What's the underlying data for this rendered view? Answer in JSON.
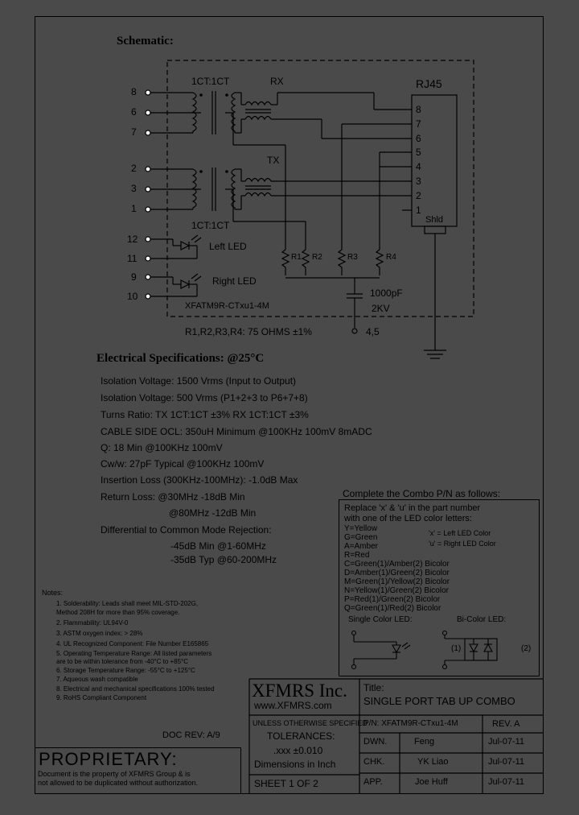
{
  "schematic": {
    "heading": "Schematic:",
    "rj45_label": "RJ45",
    "rx_label": "RX",
    "tx_label": "TX",
    "ratio_top": "1CT:1CT",
    "ratio_bottom": "1CT:1CT",
    "left_pins": [
      "8",
      "6",
      "7",
      "2",
      "3",
      "1"
    ],
    "rj45_pins": [
      "8",
      "7",
      "6",
      "5",
      "4",
      "3",
      "2",
      "1"
    ],
    "shield_label": "Shld",
    "led_pins": [
      "12",
      "11",
      "9",
      "10"
    ],
    "left_led_label": "Left LED",
    "right_led_label": "Right LED",
    "part_label": "XFATM9R-CTxu1-4M",
    "resistors": [
      "R1",
      "R2",
      "R3",
      "R4"
    ],
    "cap_value": "1000pF",
    "cap_voltage": "2KV",
    "ground_pins": "4,5",
    "resistor_note": "R1,R2,R3,R4: 75 OHMS ±1%"
  },
  "electrical": {
    "heading": "Electrical Specifications: @25°C",
    "lines": [
      "Isolation Voltage:  1500 Vrms (Input to Output)",
      "Isolation Voltage:  500 Vrms (P1+2+3 to P6+7+8)",
      "Turns Ratio: TX 1CT:1CT ±3% RX 1CT:1CT ±3%",
      "CABLE SIDE OCL: 350uH Minimum @100KHz 100mV 8mADC",
      "Q: 18 Min @100KHz 100mV",
      "Cw/w: 27pF Typical @100KHz 100mV",
      "Insertion Loss (300KHz-100MHz): -1.0dB Max",
      "Return Loss: @30MHz  -18dB Min",
      "@80MHz  -12dB Min",
      "Differential to Common Mode Rejection:",
      "-45dB Min @1-60MHz",
      "-35dB Typ @60-200MHz"
    ]
  },
  "combo": {
    "heading": "Complete the Combo P/N as follows:",
    "intro_1": "Replace 'x' & 'u' in the part number",
    "intro_2": "with one of the LED color letters:",
    "codes": [
      "Y=Yellow",
      "G=Green",
      "A=Amber",
      "R=Red",
      "C=Green(1)/Amber(2) Bicolor",
      "D=Amber(1)/Green(2) Bicolor",
      "M=Green(1)/Yellow(2) Bicolor",
      "N=Yellow(1)/Green(2) Bicolor",
      "P=Red(1)/Green(2) Bicolor",
      "Q=Green(1)/Red(2) Bicolor"
    ],
    "x_note": "'x' = Left LED Color",
    "u_note": "'u' = Right LED Color",
    "single_label": "Single Color LED:",
    "bi_label": "Bi-Color LED:",
    "bi_1": "(1)",
    "bi_2": "(2)"
  },
  "notes": {
    "heading": "Notes:",
    "items": [
      "1. Solderability: Leads shall meet MIL-STD-202G,",
      "    Method 208H for more than 95% coverage.",
      "2. Flammability: UL94V-0",
      "3. ASTM oxygen index: > 28%",
      "4. UL Recognized Component: File Number E165865",
      "5. Operating Temperature Range: All listed parameters",
      "    are to be within tolerance from  -40°C to +85°C",
      "6. Storage Temperature Range: -55°C to +125°C",
      "7. Aqueous wash compatible",
      "8. Electrical and mechanical specifications 100% tested",
      "9. RoHS Compliant Component"
    ],
    "doc_rev": "DOC REV: A/9"
  },
  "proprietary": {
    "title": "PROPRIETARY:",
    "line1": "Document is the property of XFMRS Group & is",
    "line2": "not allowed to be duplicated without authorization."
  },
  "title_block": {
    "company": "XFMRS Inc.",
    "website": "www.XFMRS.com",
    "title_label": "Title:",
    "title": "SINGLE PORT TAB UP COMBO",
    "unless": "UNLESS OTHERWISE SPECIFIED",
    "tolerances": "TOLERANCES:",
    "tol_value": ".xxx ±0.010",
    "dims": "Dimensions in Inch",
    "sheet": "SHEET  1  OF  2",
    "pn": "P/N: XFATM9R-CTxu1-4M",
    "rev": "REV. A",
    "rows": [
      {
        "label": "DWN.",
        "name": "Feng",
        "date": "Jul-07-11"
      },
      {
        "label": "CHK.",
        "name": "YK Liao",
        "date": "Jul-07-11"
      },
      {
        "label": "APP.",
        "name": "Joe Huff",
        "date": "Jul-07-11"
      }
    ]
  }
}
